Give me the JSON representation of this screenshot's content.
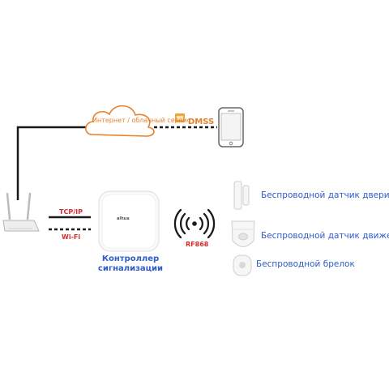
{
  "cloud": {
    "label": "Интернет / облачный сервис"
  },
  "app": {
    "label": "DMSS",
    "badge": "APP"
  },
  "links": {
    "tcp": "TCP/IP",
    "wifi": "Wi-Fi",
    "rf": "RF868"
  },
  "controller": {
    "label": "Контроллер сигнализации",
    "logo": "alhua"
  },
  "devices": [
    {
      "label": "Беспроводной датчик двери",
      "icon": "door-sensor-icon"
    },
    {
      "label": "Беспроводной датчик движения",
      "icon": "motion-sensor-icon"
    },
    {
      "label": "Беспроводной брелок",
      "icon": "key-fob-icon"
    }
  ],
  "colors": {
    "orange": "#e8812a",
    "red": "#d42b2b",
    "blue": "#2f5cc8",
    "line": "#1a1a1a"
  }
}
